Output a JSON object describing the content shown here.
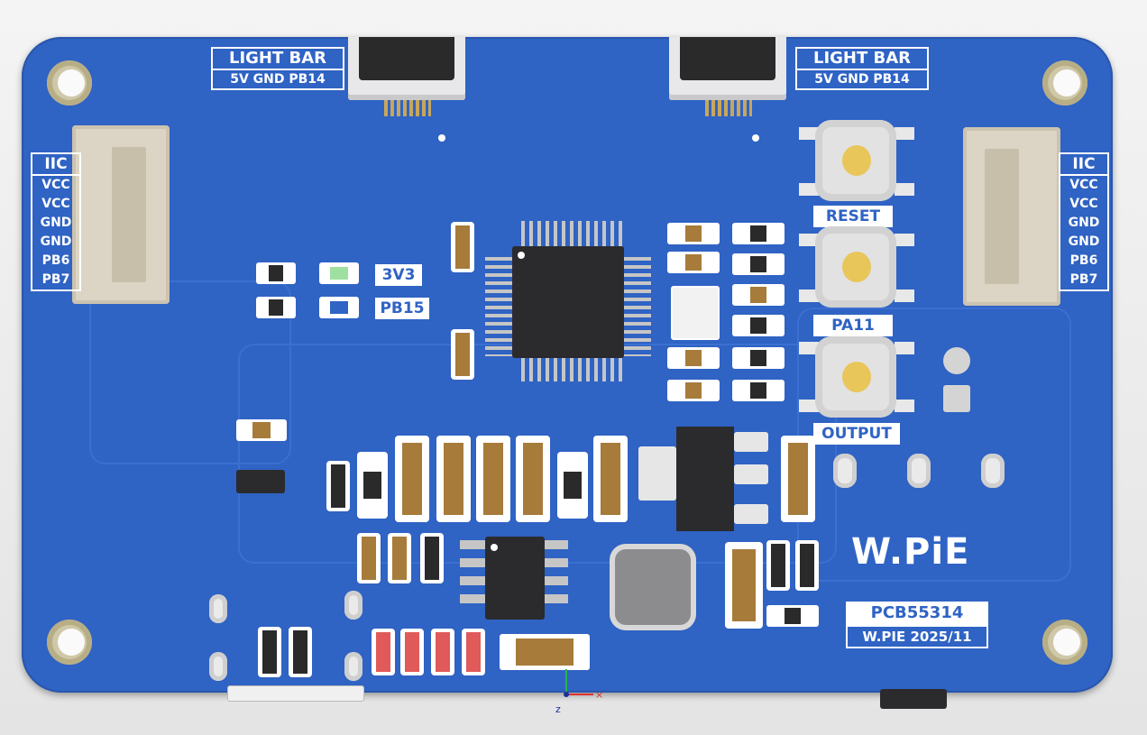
{
  "labels": {
    "light_bar_left": {
      "title": "LIGHT BAR",
      "pins": "5V GND PB14"
    },
    "light_bar_right": {
      "title": "LIGHT BAR",
      "pins": "5V GND PB14"
    },
    "iic_left": {
      "title": "IIC",
      "pins": [
        "VCC",
        "VCC",
        "GND",
        "GND",
        "PB6",
        "PB7"
      ]
    },
    "iic_right": {
      "title": "IIC",
      "pins": [
        "VCC",
        "VCC",
        "GND",
        "GND",
        "PB6",
        "PB7"
      ]
    },
    "led_3v3": "3V3",
    "led_pb15": "PB15",
    "buttons": {
      "reset": "RESET",
      "pa11": "PA11",
      "output": "OUTPUT"
    }
  },
  "logo": {
    "brand": "W.PiE",
    "board_id": "PCB55314",
    "version": "W.PIE 2025/11"
  },
  "axis": {
    "y_label": "z",
    "x_label": "×"
  },
  "colors": {
    "board": "#2f63c4",
    "silkscreen": "#ffffff",
    "pad": "#c8a65c"
  }
}
